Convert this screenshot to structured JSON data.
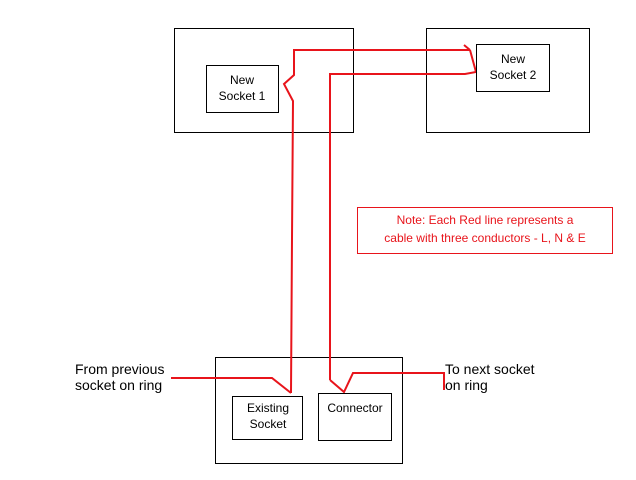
{
  "colors": {
    "wire": "#e8141b",
    "box": "#000000",
    "note": "#e8141b"
  },
  "labels": {
    "new_socket_1": [
      "New",
      "Socket 1"
    ],
    "new_socket_2": [
      "New",
      "Socket 2"
    ],
    "existing_socket": [
      "Existing",
      "Socket"
    ],
    "connector": "Connector",
    "from_previous": [
      "From previous",
      "socket on ring"
    ],
    "to_next": [
      "To next socket",
      "on ring"
    ]
  },
  "note": {
    "line1": "Note:  Each Red line represents a",
    "line2": "cable with three conductors - L, N & E"
  }
}
